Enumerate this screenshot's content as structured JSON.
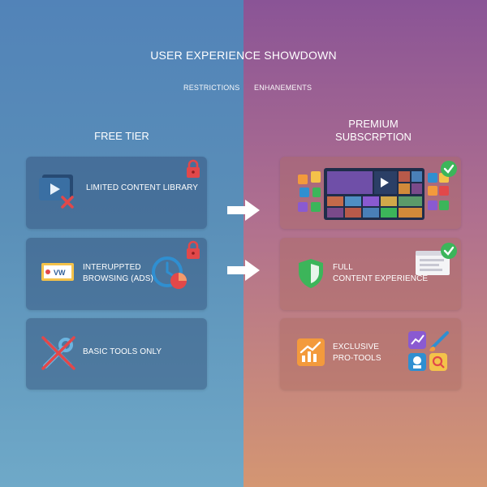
{
  "header": {
    "title": "USER EXPERIENCE SHOWDOWN",
    "tabs": [
      "RESTRICTIONS",
      "ENHANEMENTS"
    ]
  },
  "free": {
    "heading": "FREE TIER",
    "cards": [
      {
        "label": "LIMITED CONTENT LIBRARY",
        "icon": "video-blocked-icon",
        "badge": "lock-icon"
      },
      {
        "label_lines": [
          "INTERUPPTED",
          "BROWSING (ADS)"
        ],
        "icon": "ad-banner-icon",
        "badge": "lock-icon",
        "ad_text": "VW"
      },
      {
        "label": "BASIC TOOLS ONLY",
        "icon": "tools-crossed-icon"
      }
    ]
  },
  "premium": {
    "heading_lines": [
      "PREMIUM",
      "SUBSCRPTION"
    ],
    "cards": [
      {
        "label": "",
        "icon": "media-library-icon",
        "badge": "check-icon"
      },
      {
        "label_lines": [
          "FULL",
          "CONTENT EXPERIENCE"
        ],
        "icon": "shield-check-icon",
        "badge": "check-icon"
      },
      {
        "label_lines": [
          "EXCLUSIVE",
          "PRO-TOOLS"
        ],
        "icon": "pro-tools-icon"
      }
    ]
  },
  "colors": {
    "left_gradient": [
      "#5283b8",
      "#6fa9c8"
    ],
    "right_gradient": [
      "#8a5496",
      "#d49672"
    ],
    "lock": "#e2484a",
    "check": "#3cb55a"
  }
}
